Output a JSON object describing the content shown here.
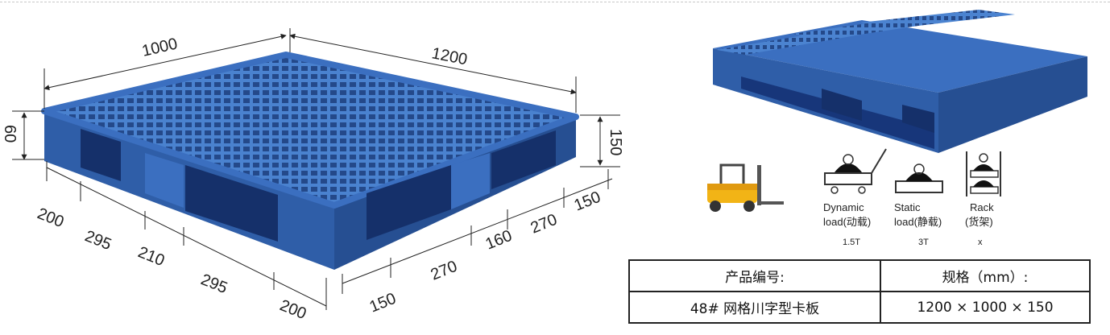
{
  "dimensions": {
    "width_top": "1000",
    "length_top": "1200",
    "height_left": "60",
    "height_right": "150",
    "front": [
      "200",
      "295",
      "210",
      "295",
      "200"
    ],
    "side": [
      "150",
      "270",
      "160",
      "270",
      "150"
    ]
  },
  "loads": [
    {
      "label_en": "Dynamic",
      "label_cn": "load(动载)",
      "value": "1.5T"
    },
    {
      "label_en": "Static",
      "label_cn": "load(静载)",
      "value": "3T"
    },
    {
      "label_en": "Rack",
      "label_cn": "(货架)",
      "value": "x"
    }
  ],
  "spec_table": {
    "header_model": "产品编号:",
    "header_size": "规格（mm）:",
    "model": "48# 网格川字型卡板",
    "size": "1200 × 1000 × 150"
  },
  "colors": {
    "pallet_blue": "#3b6fc0",
    "forklift_yellow": "#f2b416"
  }
}
